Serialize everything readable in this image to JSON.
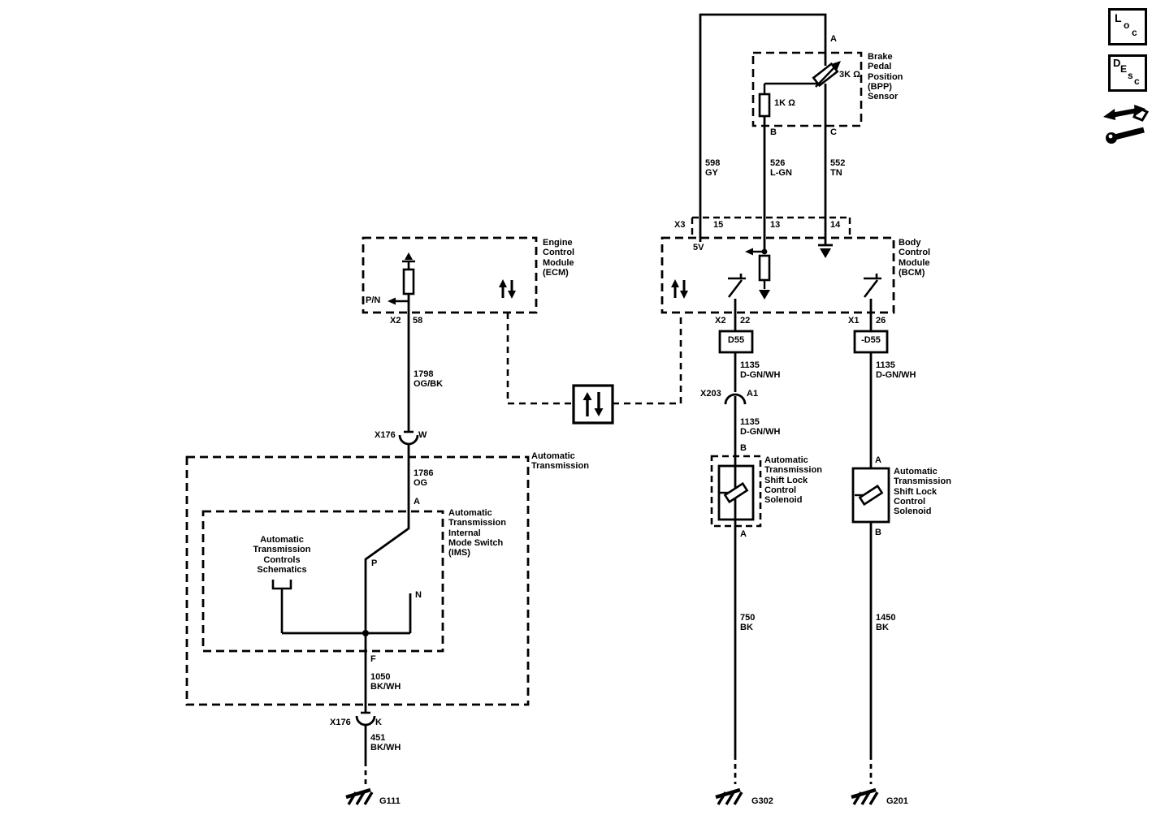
{
  "colors": {
    "ink": "#000000",
    "paper": "#ffffff"
  },
  "icons": {
    "loc": [
      "L",
      "o",
      "c"
    ],
    "desc": [
      "D",
      "E",
      "s",
      "c"
    ]
  },
  "bpp_sensor": {
    "label": [
      "Brake",
      "Pedal",
      "Position",
      "(BPP)",
      "Sensor"
    ],
    "pot_value": "3K Ω",
    "resistor_value": "1K Ω",
    "term_a": "A",
    "term_b": "B",
    "term_c": "C"
  },
  "ecm": {
    "label": [
      "Engine",
      "Control",
      "Module",
      "(ECM)"
    ],
    "pn_label": "P/N",
    "conn": "X2",
    "pin": "58"
  },
  "bcm": {
    "label": [
      "Body",
      "Control",
      "Module",
      "(BCM)"
    ],
    "internal_5v": "5V",
    "x3_name": "X3",
    "x3_pin_15": "15",
    "x3_pin_13": "13",
    "x3_pin_14": "14",
    "left_out_conn": "X2",
    "left_out_pin": "22",
    "right_out_conn": "X1",
    "right_out_pin": "26"
  },
  "wires": {
    "w598": [
      "598",
      "GY"
    ],
    "w526": [
      "526",
      "L-GN"
    ],
    "w552": [
      "552",
      "TN"
    ],
    "w1798": [
      "1798",
      "OG/BK"
    ],
    "w1786": [
      "1786",
      "OG"
    ],
    "w1050": [
      "1050",
      "BK/WH"
    ],
    "w451": [
      "451",
      "BK/WH"
    ],
    "w1135": [
      "1135",
      "D-GN/WH"
    ],
    "w750": [
      "750",
      "BK"
    ],
    "w1450": [
      "1450",
      "BK"
    ]
  },
  "connectors": {
    "d55_left": "D55",
    "d55_right": "-D55",
    "x203_name": "X203",
    "x203_pin": "A1",
    "x176_upper_name": "X176",
    "x176_upper_pin": "W",
    "x176_lower_name": "X176",
    "x176_lower_pin": "K"
  },
  "transmission": {
    "label": [
      "Automatic",
      "Transmission"
    ],
    "ims_label": [
      "Automatic",
      "Transmission",
      "Internal",
      "Mode Switch",
      "(IMS)"
    ],
    "controls_label": [
      "Automatic",
      "Transmission",
      "Controls",
      "Schematics"
    ],
    "term_a": "A",
    "term_p": "P",
    "term_n": "N",
    "term_f": "F"
  },
  "solenoid_left": {
    "label": [
      "Automatic",
      "Transmission",
      "Shift Lock",
      "Control",
      "Solenoid"
    ],
    "term_top": "B",
    "term_bottom": "A"
  },
  "solenoid_right": {
    "label": [
      "Automatic",
      "Transmission",
      "Shift Lock",
      "Control",
      "Solenoid"
    ],
    "term_top": "A",
    "term_bottom": "B"
  },
  "grounds": {
    "g111": "G111",
    "g302": "G302",
    "g201": "G201"
  }
}
